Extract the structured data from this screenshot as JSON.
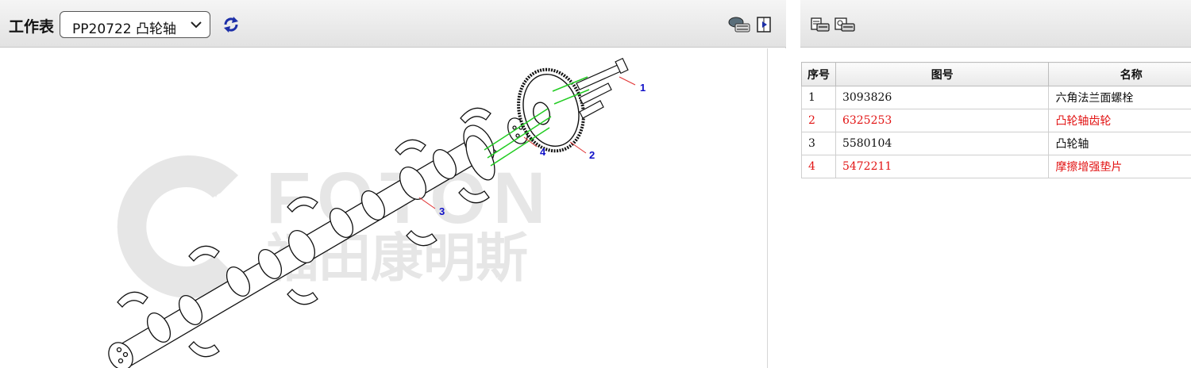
{
  "worksheet": {
    "label": "工作表",
    "selected": "PP20722 凸轮轴"
  },
  "diagram": {
    "watermark_brand": "FOTON",
    "watermark_logo": "Cummins",
    "watermark_cn": "福田康明斯",
    "callouts": [
      "1",
      "2",
      "3",
      "4"
    ]
  },
  "table": {
    "headers": [
      "序号",
      "图号",
      "名称"
    ],
    "rows": [
      {
        "seq": "1",
        "number": "3093826",
        "name": "六角法兰面螺栓",
        "highlight": false
      },
      {
        "seq": "2",
        "number": "6325253",
        "name": "凸轮轴齿轮",
        "highlight": true
      },
      {
        "seq": "3",
        "number": "5580104",
        "name": "凸轮轴",
        "highlight": false
      },
      {
        "seq": "4",
        "number": "5472211",
        "name": "摩擦增强垫片",
        "highlight": true
      }
    ]
  },
  "colors": {
    "highlight_row": "#e21414",
    "callout_text": "#1010c8",
    "leader_line": "#e03030",
    "assembly_line": "#22cc22"
  }
}
